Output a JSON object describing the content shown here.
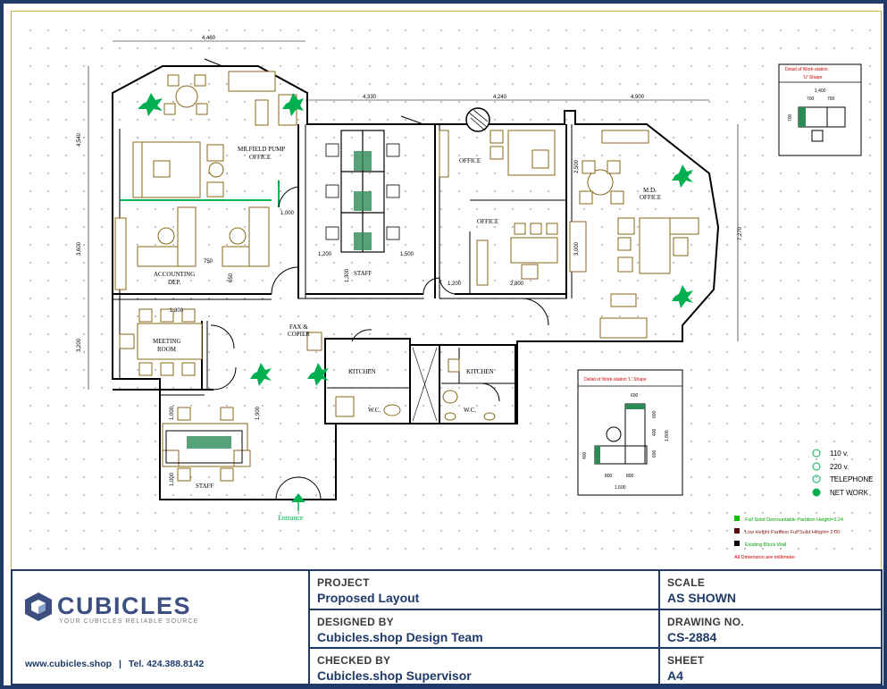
{
  "title_block": {
    "company": "CUBICLES",
    "tagline": "YOUR CUBICLES RELIABLE SOURCE",
    "website": "www.cubicles.shop",
    "separator": "|",
    "phone": "Tel. 424.388.8142",
    "project_label": "PROJECT",
    "project_value": "Proposed Layout",
    "designed_label": "DESIGNED BY",
    "designed_value": "Cubicles.shop Design Team",
    "checked_label": "CHECKED BY",
    "checked_value": "Cubicles.shop Supervisor",
    "scale_label": "SCALE",
    "scale_value": "AS SHOWN",
    "drawing_label": "DRAWING NO.",
    "drawing_value": "CS-2884",
    "sheet_label": "SHEET",
    "sheet_value": "A4"
  },
  "rooms": {
    "gm_office": "MR.FIELD PUMP",
    "gm_office_2": "OFFICE",
    "accounting": "ACCOUNTING",
    "accounting_2": "DEP.",
    "meeting": "MEETING",
    "meeting_2": "ROOM",
    "staff_top": "STAFF",
    "staff_bottom": "STAFF",
    "office_1": "OFFICE",
    "office_2": "OFFICE",
    "md_office": "M.D",
    "md_office_2": "OFFICE",
    "fax": "FAX &",
    "fax_2": "COPIER",
    "kitchen_1": "KITCHEN",
    "kitchen_2": "KITCHEN",
    "wc_1": "W.C.",
    "wc_2": "W.C.",
    "entrance": "Entrance"
  },
  "dimensions": {
    "d_top_left": "4,460",
    "d_top_2": "4,330",
    "d_top_3": "4,240",
    "d_top_4": "4,900",
    "d_left_1": "4,540",
    "d_left_2": "3,600",
    "d_left_3": "3,200",
    "d_right": "7,270",
    "d_door": "1,000",
    "d_a": "750",
    "d_b": "650",
    "d_c": "1,200",
    "d_d": "1,500",
    "d_e": "1,200",
    "d_f": "2,800",
    "d_g": "1,300",
    "d_h": "2,500",
    "d_i": "3,000",
    "d_j": "1,800",
    "d_k": "1,000",
    "d_l": "1,000",
    "d_m": "1,900"
  },
  "details": {
    "u_shape_title": "Detail of Work-station",
    "u_shape_title_2": "'U' Shape",
    "u_w": "1,400",
    "u_a": "700",
    "u_b": "700",
    "u_h": "700",
    "l_shape_title": "Detail of Work-station 'L' Shape",
    "l_top": "600",
    "l_r1": "600",
    "l_r2": "400",
    "l_r3": "600",
    "l_h": "1,800",
    "l_left": "400",
    "l_b1": "800",
    "l_b2": "800",
    "l_total": "1,600"
  },
  "legend": {
    "items": [
      "110 v.",
      "220 v.",
      "TELEPHONE",
      "NET WORK"
    ]
  },
  "notes": {
    "n1": "Full Solid Demountable Partition Height=3.24",
    "n2": "Low Height Partition Full Solid Height= 2.00",
    "n3": "Existing Block Wall",
    "n4": "All Dimension are millimeter"
  },
  "colors": {
    "navy": "#1f3a68",
    "green": "#00b050",
    "wall": "#000000",
    "furniture": "#8b6914",
    "glass": "#2e8b57"
  }
}
